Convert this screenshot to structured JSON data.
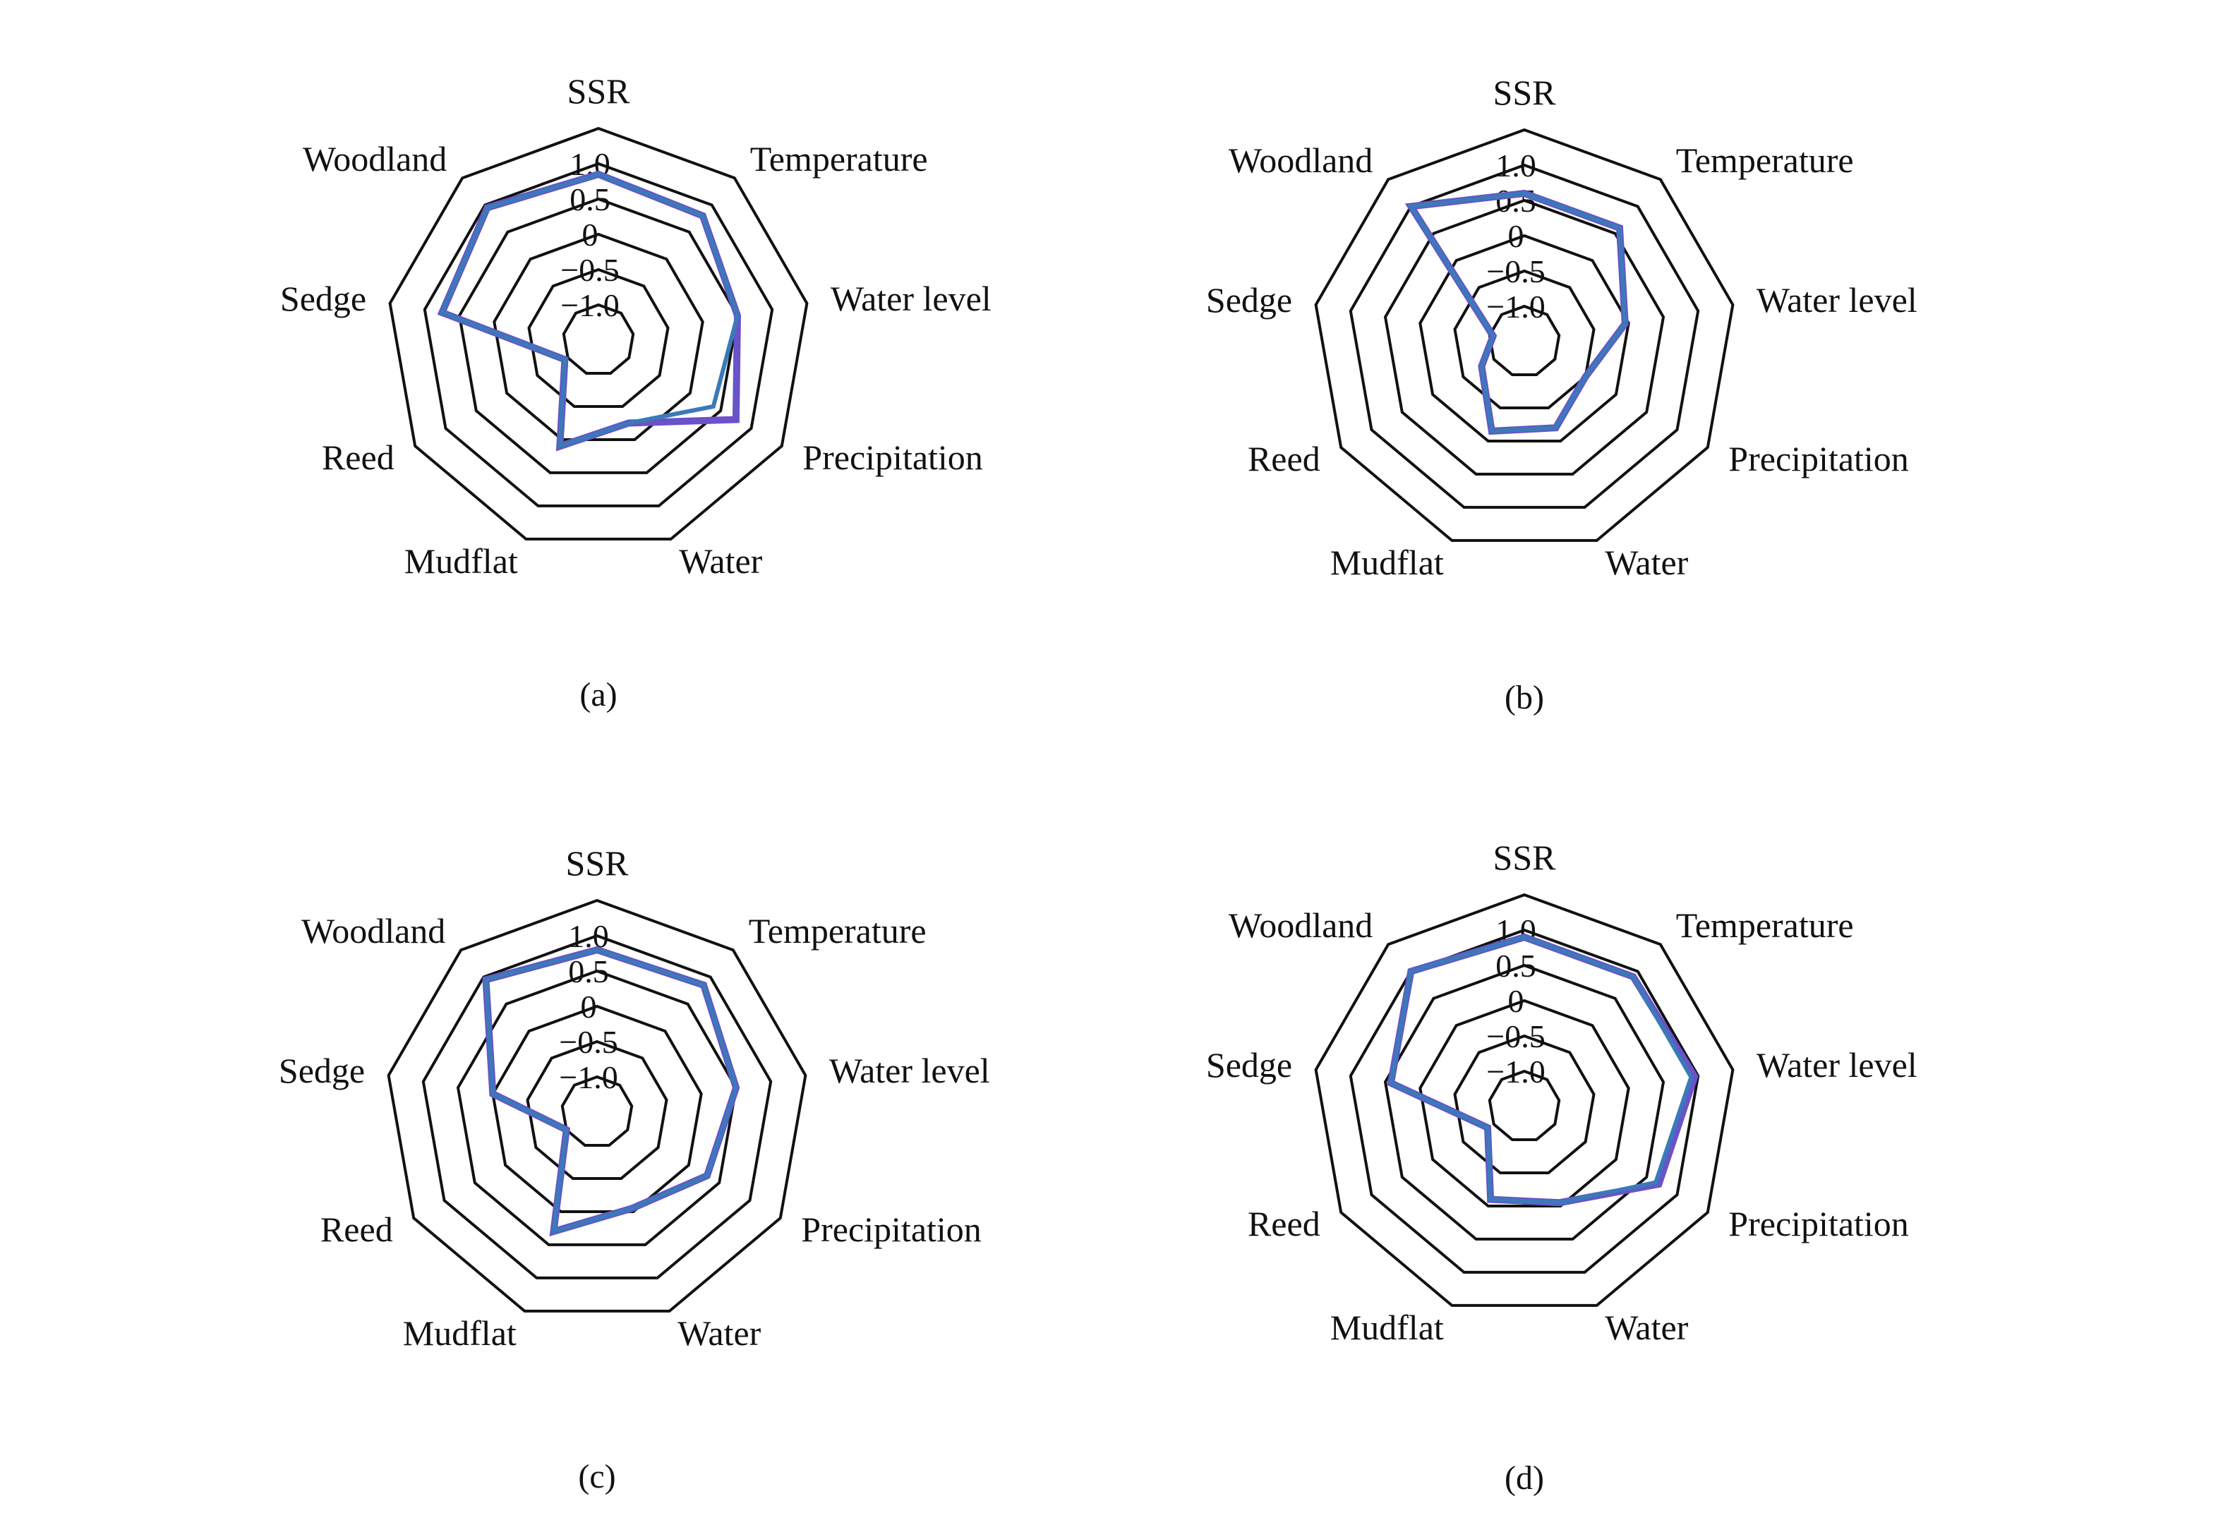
{
  "colors": {
    "grid": "#111111",
    "series_a": "#6a52c8",
    "series_b": "#3a7ab8"
  },
  "chart_data": [
    {
      "type": "radar",
      "panel_label": "(a)",
      "axes": [
        "SSR",
        "Temperature",
        "Water level",
        "Precipitation",
        "Water",
        "Mudflat",
        "Reed",
        "Sedge",
        "Woodland"
      ],
      "ticks": [
        -1.0,
        -0.5,
        0,
        0.5,
        1.0
      ],
      "tick_labels": [
        "−1.0",
        "−0.5",
        "0",
        "0.5",
        "1.0"
      ],
      "rlim": [
        -1.5,
        1.5
      ],
      "series": [
        {
          "values": [
            0.85,
            0.8,
            0.5,
            0.75,
            -0.25,
            0.1,
            -0.95,
            0.75,
            0.95
          ]
        },
        {
          "values": [
            0.85,
            0.8,
            0.5,
            0.38,
            -0.25,
            0.1,
            -0.95,
            0.75,
            0.95
          ]
        }
      ]
    },
    {
      "type": "radar",
      "panel_label": "(b)",
      "axes": [
        "SSR",
        "Temperature",
        "Water level",
        "Precipitation",
        "Water",
        "Mudflat",
        "Reed",
        "Sedge",
        "Woodland"
      ],
      "ticks": [
        -1.0,
        -0.5,
        0,
        0.5,
        1.0
      ],
      "tick_labels": [
        "−1.0",
        "−0.5",
        "0",
        "0.5",
        "1.0"
      ],
      "rlim": [
        -1.5,
        1.5
      ],
      "series": [
        {
          "values": [
            0.6,
            0.6,
            -0.05,
            -0.5,
            -0.2,
            -0.15,
            -0.8,
            -1.05,
            1.0
          ]
        },
        {
          "values": [
            0.6,
            0.6,
            -0.05,
            -0.5,
            -0.2,
            -0.15,
            -0.8,
            -1.05,
            1.0
          ]
        }
      ]
    },
    {
      "type": "radar",
      "panel_label": "(c)",
      "axes": [
        "SSR",
        "Temperature",
        "Water level",
        "Precipitation",
        "Water",
        "Mudflat",
        "Reed",
        "Sedge",
        "Woodland"
      ],
      "ticks": [
        -1.0,
        -0.5,
        0,
        0.5,
        1.0
      ],
      "tick_labels": [
        "−1.0",
        "−0.5",
        "0",
        "0.5",
        "1.0"
      ],
      "rlim": [
        -1.5,
        1.5
      ],
      "series": [
        {
          "values": [
            0.8,
            0.85,
            0.5,
            0.3,
            -0.05,
            0.3,
            -1.0,
            0.0,
            0.95
          ]
        },
        {
          "values": [
            0.8,
            0.85,
            0.5,
            0.3,
            -0.05,
            0.3,
            -1.0,
            0.0,
            0.95
          ]
        }
      ]
    },
    {
      "type": "radar",
      "panel_label": "(d)",
      "axes": [
        "SSR",
        "Temperature",
        "Water level",
        "Precipitation",
        "Water",
        "Mudflat",
        "Reed",
        "Sedge",
        "Woodland"
      ],
      "ticks": [
        -1.0,
        -0.5,
        0,
        0.5,
        1.0
      ],
      "tick_labels": [
        "−1.0",
        "−0.5",
        "0",
        "0.5",
        "1.0"
      ],
      "rlim": [
        -1.5,
        1.5
      ],
      "series": [
        {
          "values": [
            0.9,
            0.9,
            0.95,
            0.7,
            -0.05,
            -0.1,
            -0.9,
            0.42,
            1.0
          ]
        },
        {
          "values": [
            0.9,
            0.9,
            0.9,
            0.65,
            -0.05,
            -0.1,
            -0.9,
            0.42,
            1.0
          ]
        }
      ]
    }
  ]
}
